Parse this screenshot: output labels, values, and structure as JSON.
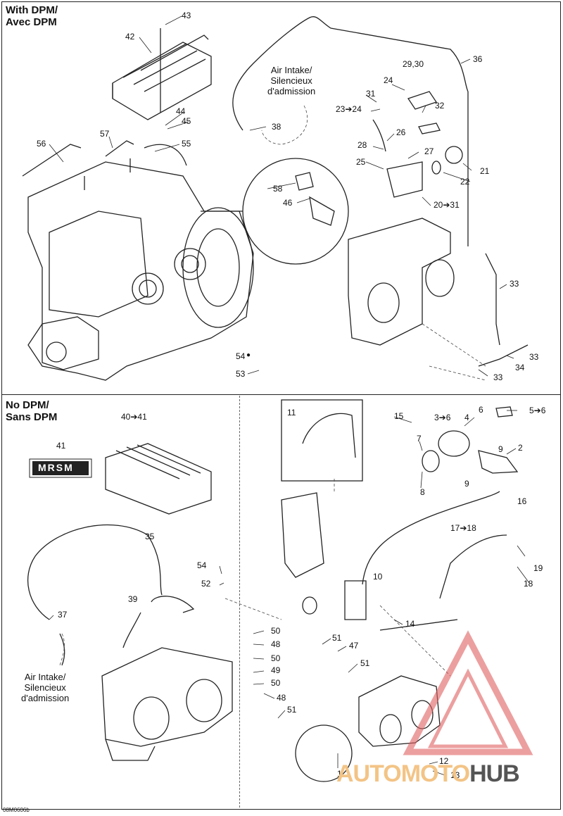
{
  "sections": {
    "top_title_line1": "With DPM/",
    "top_title_line2": "Avec DPM",
    "bottom_title_line1": "No DPM/",
    "bottom_title_line2": "Sans DPM"
  },
  "notes": {
    "air_intake_top": [
      "Air Intake/",
      "Silencieux",
      "d'admission"
    ],
    "air_intake_bottom": [
      "Air Intake/",
      "Silencieux",
      "d'admission"
    ]
  },
  "callouts_top": [
    "43",
    "42",
    "44",
    "45",
    "56",
    "57",
    "55",
    "36",
    "29,30",
    "24",
    "31",
    "23➔24",
    "32",
    "38",
    "26",
    "28",
    "27",
    "25",
    "21",
    "22",
    "58",
    "46",
    "20➔31",
    "33",
    "33",
    "34",
    "33",
    "54",
    "53"
  ],
  "callouts_bottom": [
    "40➔41",
    "41",
    "11",
    "15",
    "3➔6",
    "4",
    "6",
    "5➔6",
    "7",
    "9",
    "2",
    "9",
    "8",
    "16",
    "17➔18",
    "35",
    "10",
    "19",
    "54",
    "52",
    "18",
    "37",
    "39",
    "14",
    "50",
    "48",
    "51",
    "47",
    "50",
    "49",
    "51",
    "50",
    "48",
    "51",
    "1",
    "12",
    "13"
  ],
  "logo_text": "MRSM",
  "watermark": {
    "part1": "AUTOMOTO",
    "part2": "HUB",
    "color_main": "#e06060",
    "color_light": "#f3c486",
    "color_dark": "#555555"
  },
  "drawing_code": "08M0606b",
  "colors": {
    "line": "#222222",
    "accent": "#e06060"
  }
}
